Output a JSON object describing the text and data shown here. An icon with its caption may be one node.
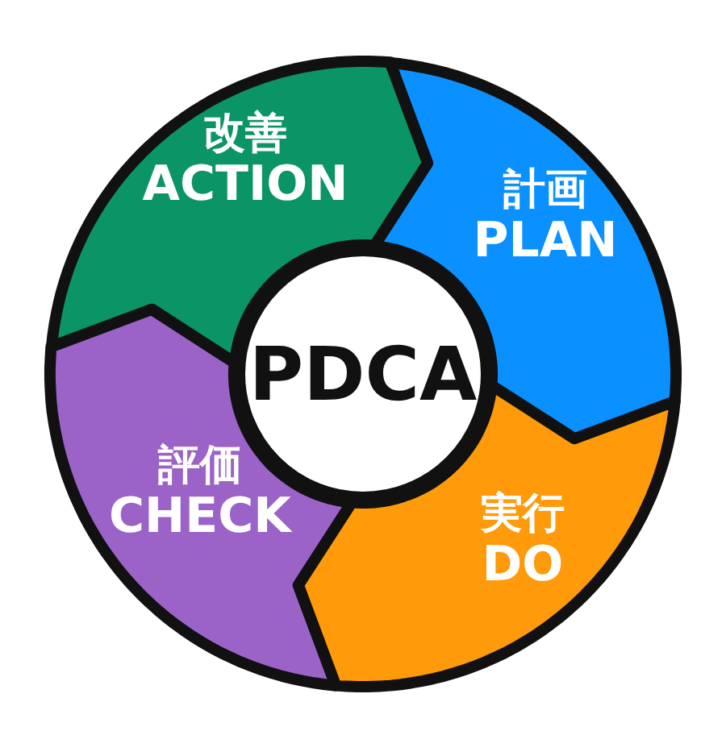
{
  "diagram": {
    "nodes": [
      {
        "text": [
          "改善",
          "ACTION"
        ]
      },
      {
        "text": [
          "計画",
          "PLAN"
        ]
      },
      {
        "text": [
          "PDCA"
        ]
      },
      {
        "text": [
          "評価",
          "CHECK"
        ]
      },
      {
        "text": [
          "実行",
          "DO"
        ]
      }
    ]
  }
}
